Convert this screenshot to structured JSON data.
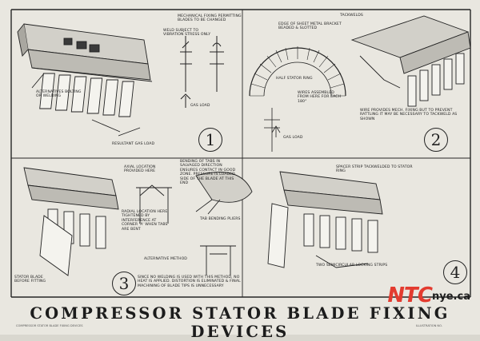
{
  "poster": {
    "title": "COMPRESSOR STATOR BLADE FIXING DEVICES",
    "watermark_brand": "NTC",
    "watermark_domain": "nye.ca",
    "footer_left": "compressor stator blade fixing devices",
    "footer_right": "illustration no."
  },
  "panel1": {
    "number": "1",
    "label_alternatives": "ALTERNATIVES BOLTING OR WELDING",
    "label_resultant": "RESULTANT GAS LOAD",
    "label_mechanical": "MECHANICAL FIXING PERMITTING BLADES TO BE CHANGED",
    "label_weld": "WELD SUBJECT TO VIBRATION STRESS ONLY",
    "label_gas_load": "GAS LOAD"
  },
  "panel2": {
    "number": "2",
    "label_edge": "EDGE OF SHEET METAL BRACKET BEADED & SLOTTED",
    "label_tackwelds": "TACKWELDS",
    "label_half_stator": "HALF STATOR RING",
    "label_wires": "WIRES ASSEMBLED FROM HERE FOR EACH 180°",
    "label_gas_load": "GAS LOAD",
    "label_wire_note": "WIRE PROVIDES MECH. FIXING BUT TO PREVENT RATTLING IT MAY BE NECESSARY TO TACKWELD AS SHOWN"
  },
  "panel3": {
    "number": "3",
    "label_axial": "AXIAL LOCATION PROVIDED HERE",
    "label_bending": "BENDING OF TABS IN SALVAGED DIRECTION ENSURES CONTACT IN GOOD ZONE. PRESSURE IS LOADED SIDE OF THE BLADE AT THIS END",
    "label_radial": "RADIAL LOCATION HERE TIGHTENED BY INTERFERENCE AT CORNER 'A' WHEN TABS ARE BENT",
    "label_pliers": "TAB BENDING PLIERS",
    "label_alt_method": "ALTERNATIVE METHOD",
    "label_stator_blade": "STATOR BLADE BEFORE FITTING",
    "label_note": "SINCE NO WELDING IS USED WITH THIS METHOD, NO HEAT IS APPLIED. DISTORTION IS ELIMINATED & FINAL MACHINING OF BLADE TIPS IS UNNECESSARY"
  },
  "panel4": {
    "number": "4",
    "label_spacer": "SPACER STRIP TACKWELDED TO STATOR RING",
    "label_strips": "TWO SEMICIRCULAR LOCKING STRIPS"
  }
}
